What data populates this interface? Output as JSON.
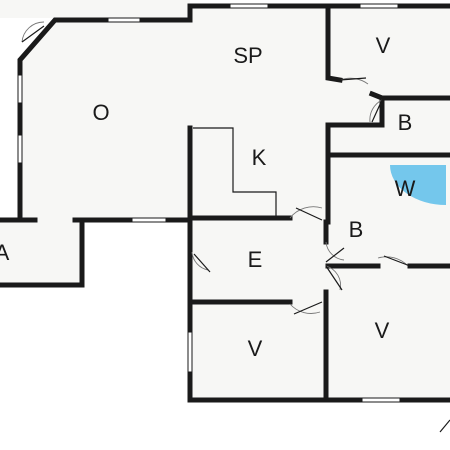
{
  "colors": {
    "wall": "#1a1a1a",
    "floor": "#f7f7f5",
    "background": "#ffffff",
    "shower": "#74c7ec"
  },
  "rooms": {
    "sp": "SP",
    "v_top": "V",
    "o": "O",
    "b_top": "B",
    "k": "K",
    "w": "W",
    "a": "A",
    "b_mid": "B",
    "e": "E",
    "v_mid": "V",
    "v_bottom": "V"
  }
}
